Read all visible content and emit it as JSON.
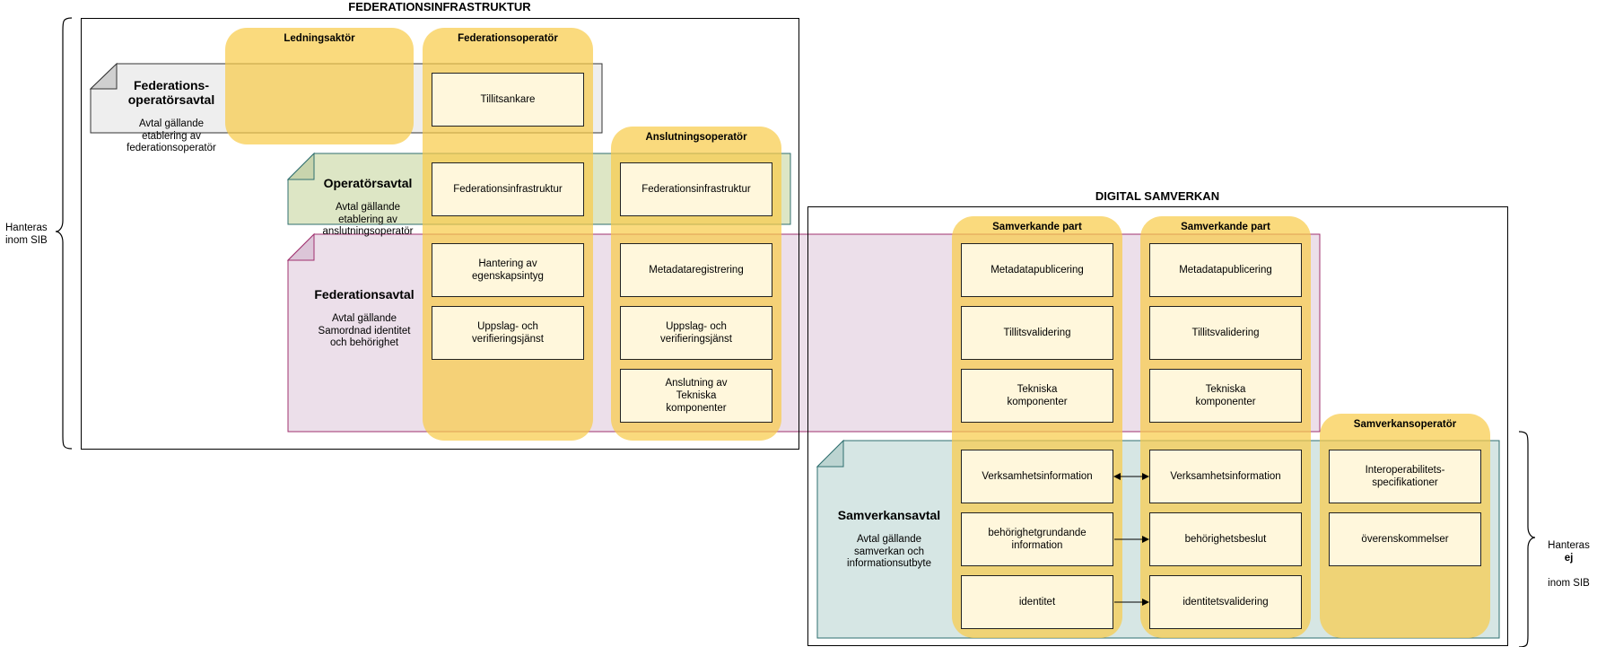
{
  "frames": {
    "federation_title": "FEDERATIONSINFRASTRUKTUR",
    "digital_title": "DIGITAL SAMVERKAN"
  },
  "side_labels": {
    "left": "Hanteras\ninom SIB",
    "right_line1": "Hanteras",
    "right_emph": "ej",
    "right_line2": "inom SIB"
  },
  "agreements": {
    "federationsoperatorsavtal": {
      "title": "Federations-\noperatörsavtal",
      "desc": "Avtal gällande\netablering av\nfederationsoperatör"
    },
    "operatorsavtal": {
      "title": "Operatörsavtal",
      "desc": "Avtal gällande\netablering av\nanslutningsoperatör"
    },
    "federationsavtal": {
      "title": "Federationsavtal",
      "desc": "Avtal gällande\nSamordnad identitet\noch behörighet"
    },
    "samverkansavtal": {
      "title": "Samverkansavtal",
      "desc": "Avtal gällande\nsamverkan och\ninformationsutbyte"
    }
  },
  "columns": {
    "ledningsaktor": {
      "title": "Ledningsaktör"
    },
    "federationsoperator": {
      "title": "Federationsoperatör",
      "boxes": [
        "Tillitsankare",
        "Federationsinfrastruktur",
        "Hantering av\negenskapsintyg",
        "Uppslag- och\nverifieringsjänst"
      ]
    },
    "anslutningsoperator": {
      "title": "Anslutningsoperatör",
      "boxes": [
        "Federationsinfrastruktur",
        "Metadataregistrering",
        "Uppslag- och\nverifieringsjänst",
        "Anslutning av\nTekniska\nkomponenter"
      ]
    },
    "samverkande_part_1": {
      "title": "Samverkande part",
      "boxes": [
        "Metadatapublicering",
        "Tillitsvalidering",
        "Tekniska\nkomponenter",
        "Verksamhetsinformation",
        "behörighetgrundande\ninformation",
        "identitet"
      ]
    },
    "samverkande_part_2": {
      "title": "Samverkande part",
      "boxes": [
        "Metadatapublicering",
        "Tillitsvalidering",
        "Tekniska\nkomponenter",
        "Verksamhetsinformation",
        "behörighetsbeslut",
        "identitetsvalidering"
      ]
    },
    "samverkansoperator": {
      "title": "Samverkansoperatör",
      "boxes": [
        "Interoperabilitets-\nspecifikationer",
        "överenskommelser"
      ]
    }
  },
  "colors": {
    "column_fill": "#f8cc4b",
    "box_fill": "#fff7dc",
    "gray_note": "#eeeeee",
    "green_note": "#dde6c5",
    "pink_note": "#ecdfea",
    "teal_note": "#d6e6e4",
    "teal_border": "#2f6f6f",
    "pink_border": "#a0306f"
  }
}
